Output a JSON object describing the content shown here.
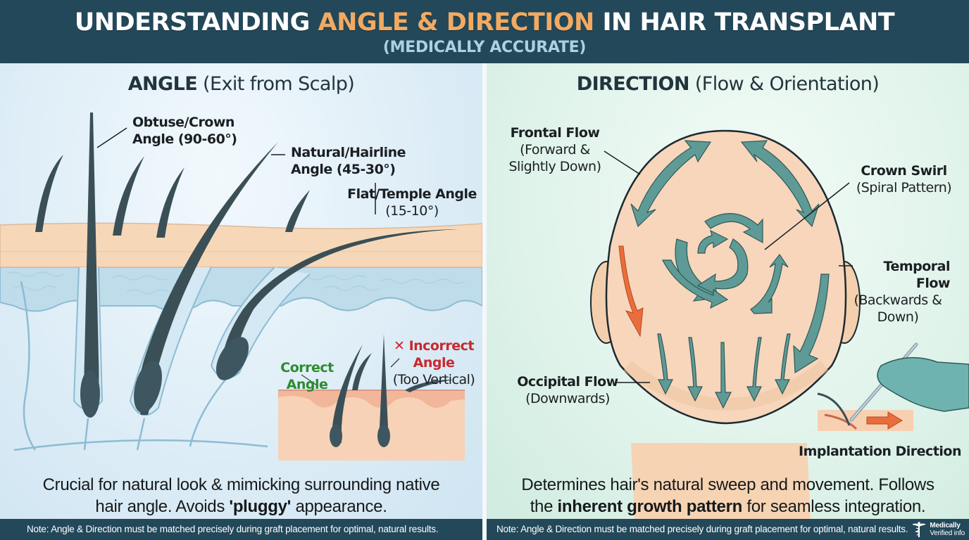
{
  "header": {
    "title_part1": "UNDERSTANDING ",
    "title_highlight": "ANGLE & DIRECTION",
    "title_part2": " IN HAIR TRANSPLANT",
    "subtitle": "(MEDICALLY ACCURATE)",
    "highlight_color": "#f2aa62",
    "background_color": "#22485a"
  },
  "left_panel": {
    "title_bold": "ANGLE",
    "title_rest": " (Exit from Scalp)",
    "labels": {
      "obtuse": {
        "line1": "Obtuse/Crown",
        "line2": "Angle (90-60°)"
      },
      "natural": {
        "line1": "Natural/Hairline",
        "line2": "Angle (45-30°)"
      },
      "flat": {
        "line1": "Flat/Temple Angle",
        "line2": "(15-10°)"
      }
    },
    "inset": {
      "correct_line1": "Correct",
      "correct_line2": "Angle",
      "correct_color": "#2e8b2e",
      "incorrect_icon": "✕",
      "incorrect_line1": "Incorrect",
      "incorrect_line2": "Angle",
      "incorrect_note": "(Too Vertical)",
      "incorrect_color": "#c8282d"
    },
    "description_line1": "Crucial for natural look & mimicking surrounding native",
    "description_line2_pre": "hair angle. Avoids ",
    "description_line2_bold": "'pluggy'",
    "description_line2_post": " appearance."
  },
  "right_panel": {
    "title_bold": "DIRECTION",
    "title_rest": " (Flow & Orientation)",
    "labels": {
      "frontal": {
        "line1": "Frontal Flow",
        "line2": "(Forward &",
        "line3": "Slightly Down)"
      },
      "crown": {
        "line1": "Crown Swirl",
        "line2": "(Spiral Pattern)"
      },
      "temporal": {
        "line1": "Temporal Flow",
        "line2": "(Backwards &",
        "line3": "Down)"
      },
      "occipital": {
        "line1": "Occipital Flow",
        "line2": "(Downwards)"
      },
      "implantation": "Implantation Direction"
    },
    "description_line1": "Determines hair's natural sweep and movement. Follows",
    "description_line2_pre": "the ",
    "description_line2_bold": "inherent growth pattern",
    "description_line2_post": " for seamless integration."
  },
  "footer": {
    "note": "Note: Angle & Direction must be matched precisely during graft placement for optimal, natural results.",
    "badge_line1": "Medically",
    "badge_line2": "Verified info",
    "badge_icon": "caduceus-icon"
  },
  "colors": {
    "arrow_teal": "#5e9a96",
    "arrow_orange": "#ea6d3c",
    "hair": "#3b4f57",
    "skin": "#f6d8b8",
    "dermis_blue": "#bcdcec"
  }
}
